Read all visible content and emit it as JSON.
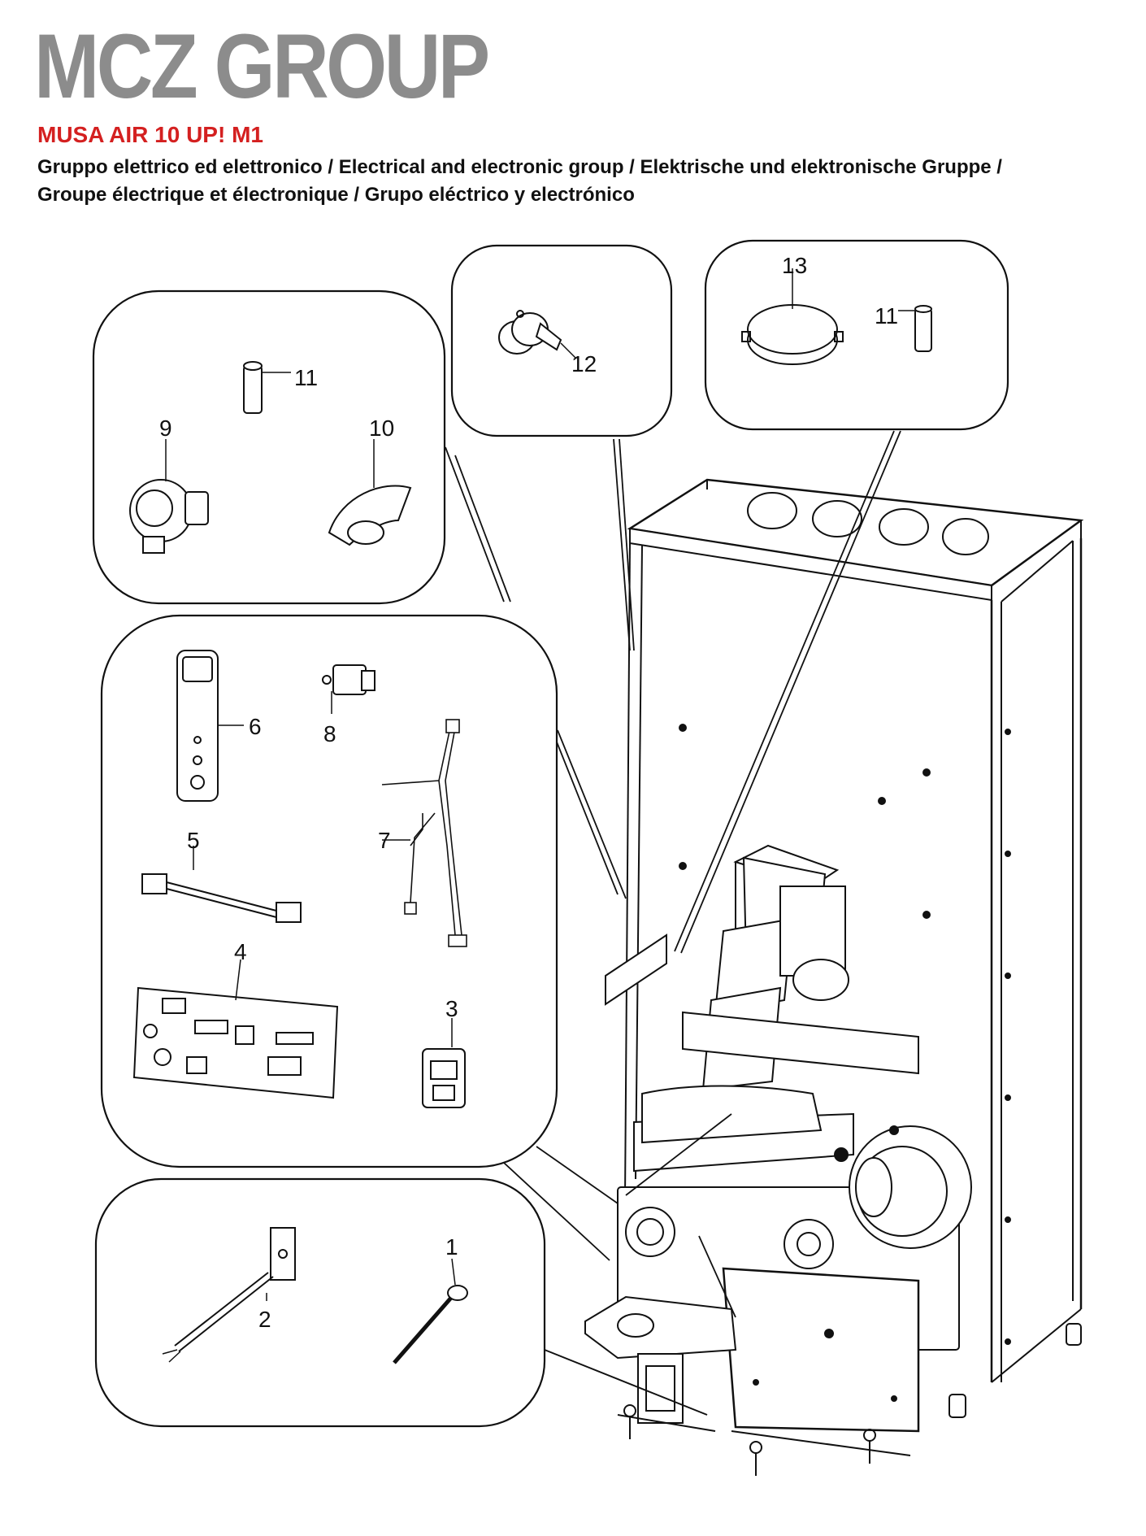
{
  "header": {
    "brand": "MCZ GROUP",
    "model": "MUSA AIR 10 UP! M1",
    "subtitle_line1": "Gruppo elettrico ed elettronico / Electrical and electronic group / Elektrische und elektronische Gruppe /",
    "subtitle_line2": "Groupe électrique et électronique / Grupo eléctrico y electrónico"
  },
  "labels": {
    "p1": "1",
    "p2": "2",
    "p3": "3",
    "p4": "4",
    "p5": "5",
    "p6": "6",
    "p7": "7",
    "p8": "8",
    "p9": "9",
    "p10": "10",
    "p11a": "11",
    "p11b": "11",
    "p12": "12",
    "p13": "13"
  },
  "colors": {
    "brand": "#8c8c8c",
    "model": "#d42020",
    "line": "#111111"
  }
}
